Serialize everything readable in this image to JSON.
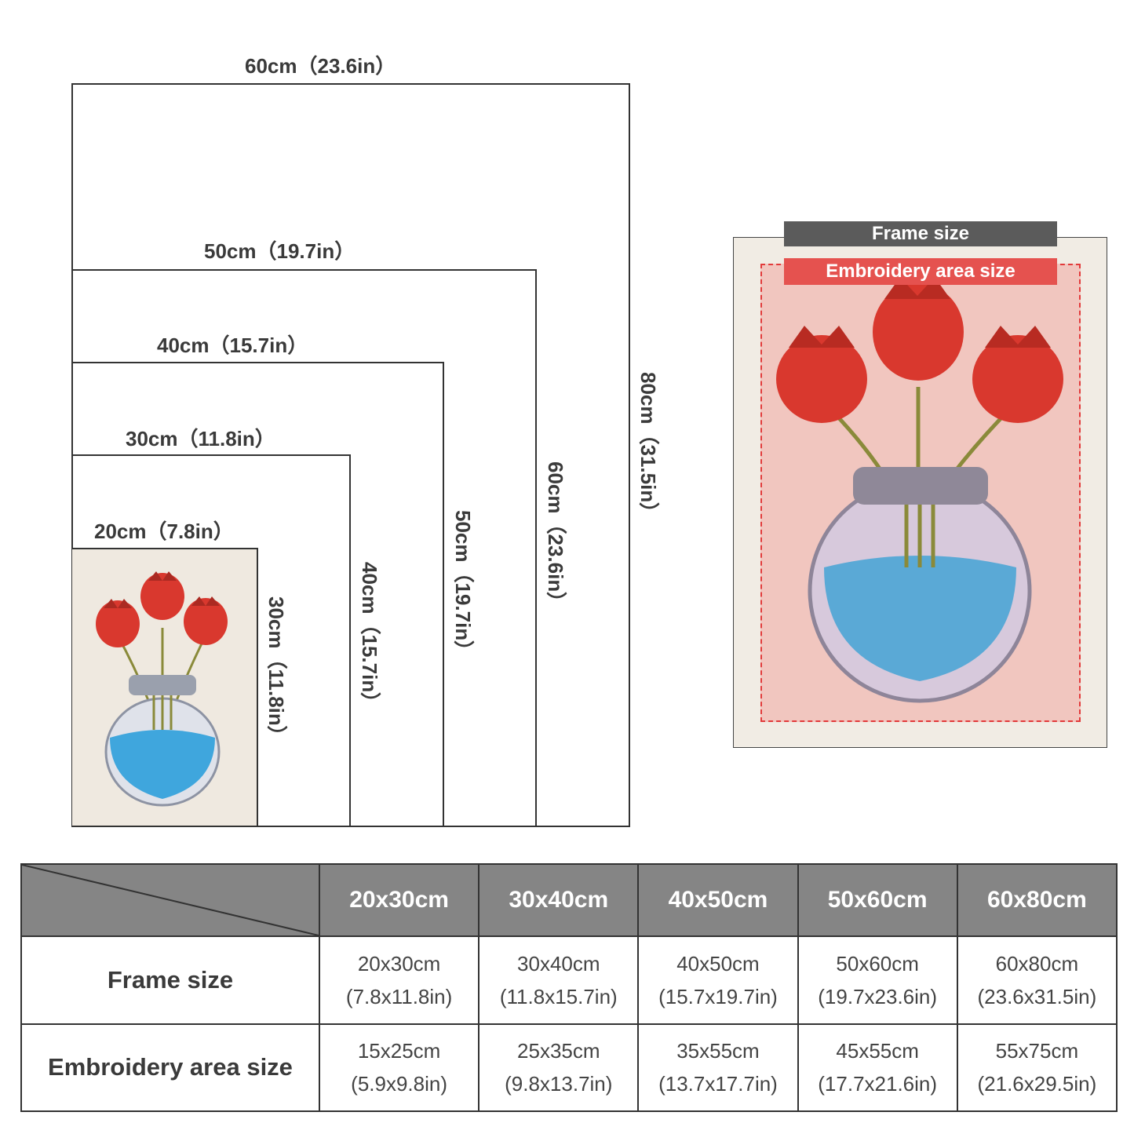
{
  "diagram": {
    "widths": [
      {
        "label": "60cm（23.6in）"
      },
      {
        "label": "50cm（19.7in）"
      },
      {
        "label": "40cm（15.7in）"
      },
      {
        "label": "30cm（11.8in）"
      },
      {
        "label": "20cm（7.8in）"
      }
    ],
    "heights": [
      {
        "label": "80cm（31.5in）"
      },
      {
        "label": "60cm（23.6in）"
      },
      {
        "label": "50cm（19.7in）"
      },
      {
        "label": "40cm（15.7in）"
      },
      {
        "label": "30cm（11.8in）"
      }
    ]
  },
  "product_tags": {
    "frame": "Frame size",
    "embroidery": "Embroidery area size"
  },
  "table": {
    "headers": [
      "20x30cm",
      "30x40cm",
      "40x50cm",
      "50x60cm",
      "60x80cm"
    ],
    "rows": [
      {
        "label": "Frame size",
        "cells": [
          {
            "cm": "20x30cm",
            "in": "(7.8x11.8in)"
          },
          {
            "cm": "30x40cm",
            "in": "(11.8x15.7in)"
          },
          {
            "cm": "40x50cm",
            "in": "(15.7x19.7in)"
          },
          {
            "cm": "50x60cm",
            "in": "(19.7x23.6in)"
          },
          {
            "cm": "60x80cm",
            "in": "(23.6x31.5in)"
          }
        ]
      },
      {
        "label": "Embroidery area size",
        "cells": [
          {
            "cm": "15x25cm",
            "in": "(5.9x9.8in)"
          },
          {
            "cm": "25x35cm",
            "in": "(9.8x13.7in)"
          },
          {
            "cm": "35x55cm",
            "in": "(13.7x17.7in)"
          },
          {
            "cm": "45x55cm",
            "in": "(17.7x21.6in)"
          },
          {
            "cm": "55x75cm",
            "in": "(21.6x29.5in)"
          }
        ]
      }
    ]
  },
  "colors": {
    "rose": "#d9382e",
    "stem": "#8a8a3a",
    "vase": "#c9bfd6",
    "water": "#5aa9d6",
    "dashed_border": "#e23a3a",
    "header_bg": "#858585"
  }
}
